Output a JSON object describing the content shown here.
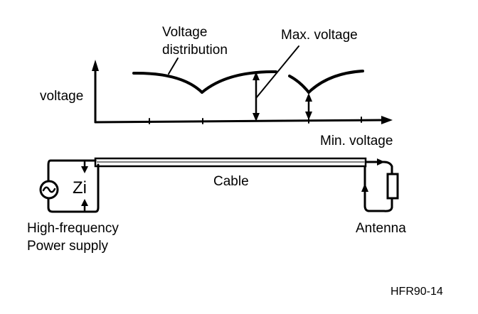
{
  "labels": {
    "voltage_distribution_line1": "Voltage",
    "voltage_distribution_line2": "distribution",
    "max_voltage": "Max. voltage",
    "voltage_axis": "voltage",
    "min_voltage": "Min. voltage",
    "cable": "Cable",
    "zi": "Zi",
    "source_line1": "High-frequency",
    "source_line2": "Power supply",
    "antenna": "Antenna",
    "figure_code": "HFR90-14"
  }
}
